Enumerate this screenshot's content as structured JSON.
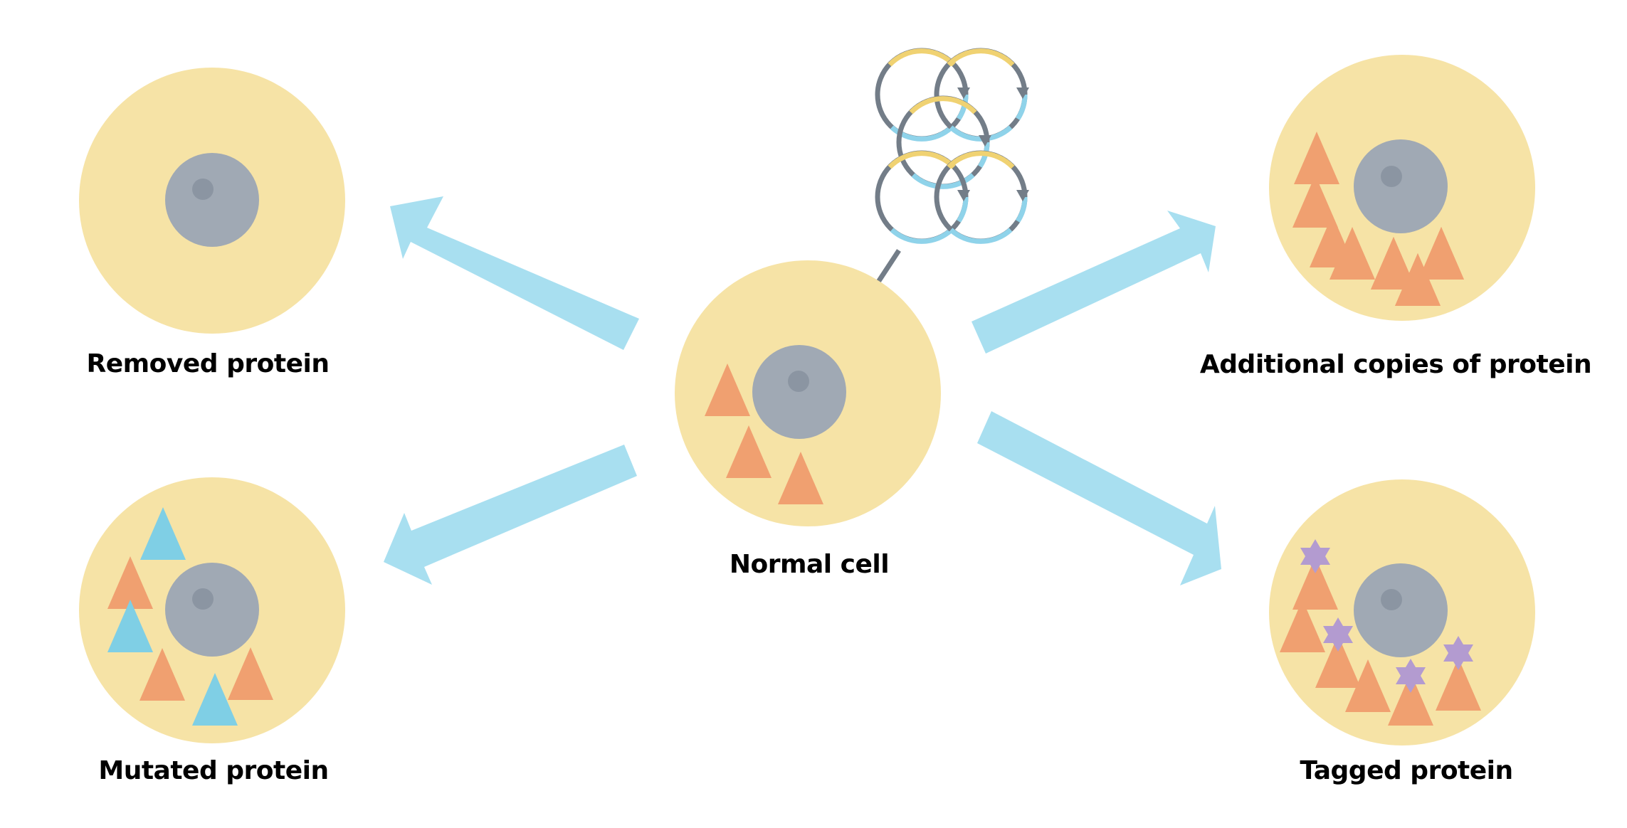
{
  "colors": {
    "cytoplasm": "#f6e3a6",
    "nucleus": "#a0a9b4",
    "nucleolus": "#8b95a2",
    "protein": "#f0a070",
    "mutated_protein": "#7fcfe5",
    "tag": "#b39bd0",
    "big_arrow": "#a8dff0",
    "plasmid_arrow": "#737d88",
    "plasmid_gray": "#737d88",
    "plasmid_yellow": "#f0d272",
    "plasmid_blue": "#8fd3ea",
    "label_text": "#000000"
  },
  "cells": {
    "normal": {
      "label": "Normal cell"
    },
    "removed": {
      "label": "Removed protein"
    },
    "additional": {
      "label": "Additional copies of protein"
    },
    "mutated": {
      "label": "Mutated protein"
    },
    "tagged": {
      "label": "Tagged protein"
    }
  },
  "icons": {
    "plasmids": "plasmid-icon",
    "protein": "triangle-protein-icon",
    "tag": "star-tag-icon"
  }
}
